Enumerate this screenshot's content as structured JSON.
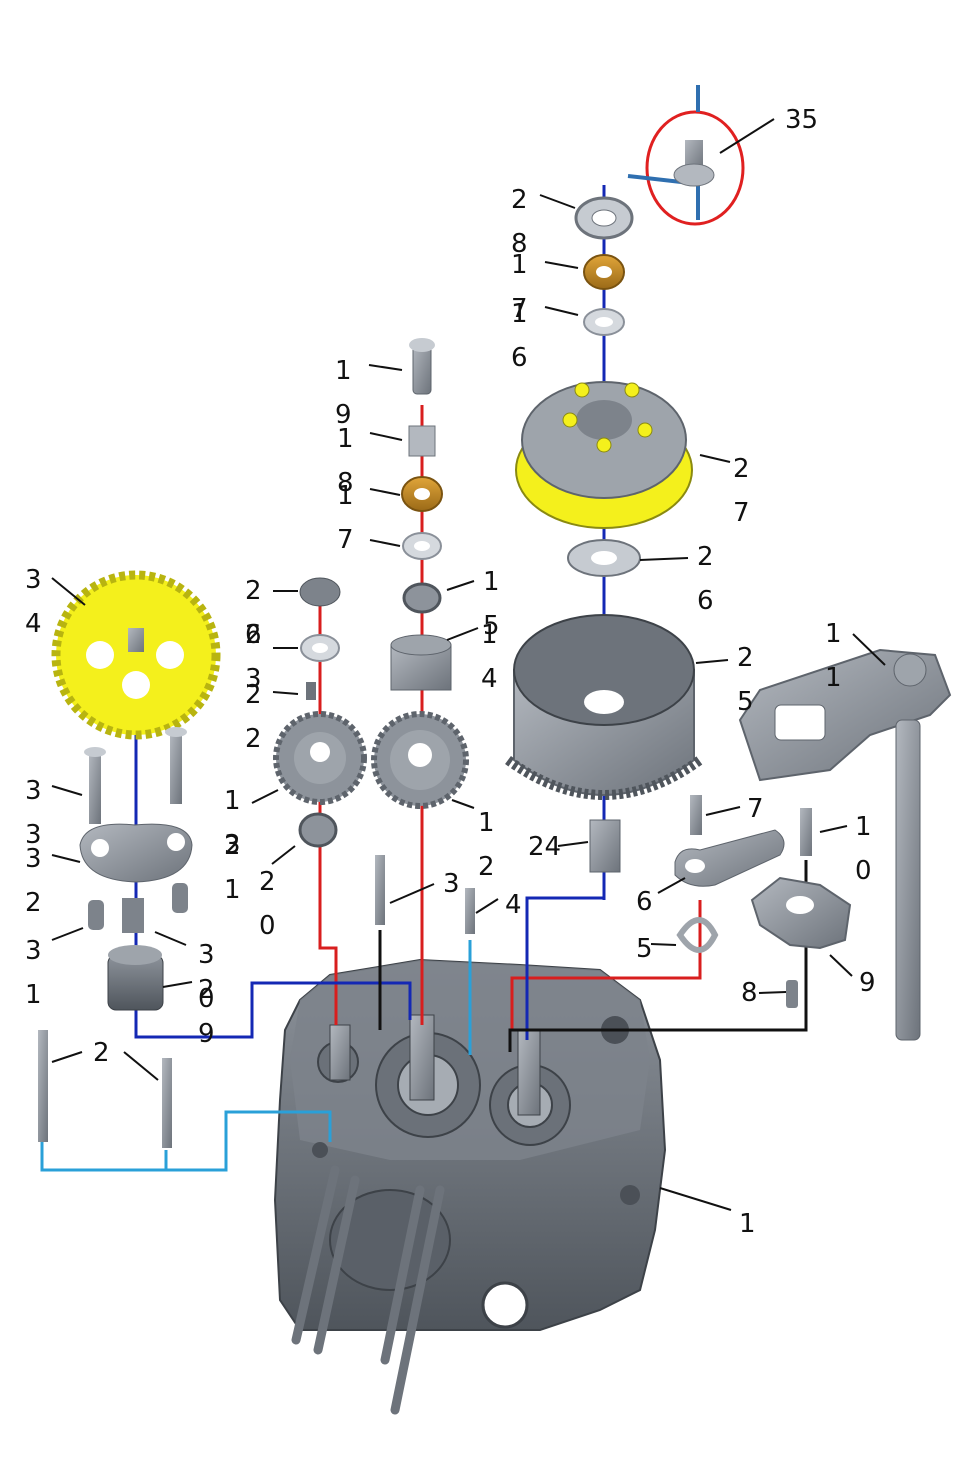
{
  "diagram": {
    "labels": [
      {
        "id": "35",
        "text": "35"
      },
      {
        "id": "28",
        "text": "2\n8"
      },
      {
        "id": "17a",
        "text": "1\n7"
      },
      {
        "id": "16",
        "text": "1\n6"
      },
      {
        "id": "27",
        "text": "2\n7"
      },
      {
        "id": "26b",
        "text": "2\n6"
      },
      {
        "id": "25",
        "text": "2\n5"
      },
      {
        "id": "24",
        "text": "24"
      },
      {
        "id": "7",
        "text": "7"
      },
      {
        "id": "6",
        "text": "6"
      },
      {
        "id": "5",
        "text": "5"
      },
      {
        "id": "10",
        "text": "1\n0"
      },
      {
        "id": "9",
        "text": "9"
      },
      {
        "id": "8",
        "text": "8"
      },
      {
        "id": "11",
        "text": "1\n1"
      },
      {
        "id": "1",
        "text": "1"
      },
      {
        "id": "19",
        "text": "1\n9"
      },
      {
        "id": "18",
        "text": "1\n8"
      },
      {
        "id": "17b",
        "text": "1\n7"
      },
      {
        "id": "15",
        "text": "1\n5"
      },
      {
        "id": "14",
        "text": "1\n4"
      },
      {
        "id": "12",
        "text": "1\n2"
      },
      {
        "id": "13",
        "text": "1\n3"
      },
      {
        "id": "26a",
        "text": "2\n6"
      },
      {
        "id": "23",
        "text": "2\n3"
      },
      {
        "id": "22",
        "text": "2\n2"
      },
      {
        "id": "20",
        "text": "2\n0"
      },
      {
        "id": "3",
        "text": "3"
      },
      {
        "id": "4",
        "text": "4"
      },
      {
        "id": "34",
        "text": "3\n4"
      },
      {
        "id": "33",
        "text": "3\n3"
      },
      {
        "id": "32",
        "text": "3\n2"
      },
      {
        "id": "31",
        "text": "3\n1"
      },
      {
        "id": "30",
        "text": "3\n0"
      },
      {
        "id": "29",
        "text": "2\n9"
      },
      {
        "id": "2",
        "text": "2"
      },
      {
        "id": "21",
        "text": "2\n1"
      }
    ]
  },
  "colors": {
    "red_axis": "#d81e1e",
    "blue_axis": "#1428b4",
    "lightblue_axis": "#2aa0d8",
    "black_axis": "#111111",
    "highlight_circle": "#e02020",
    "yellow_part": "#f4f01c",
    "bronze_part": "#c88a24",
    "grey_part": "#8a9099",
    "dark_grey": "#5e646c"
  }
}
